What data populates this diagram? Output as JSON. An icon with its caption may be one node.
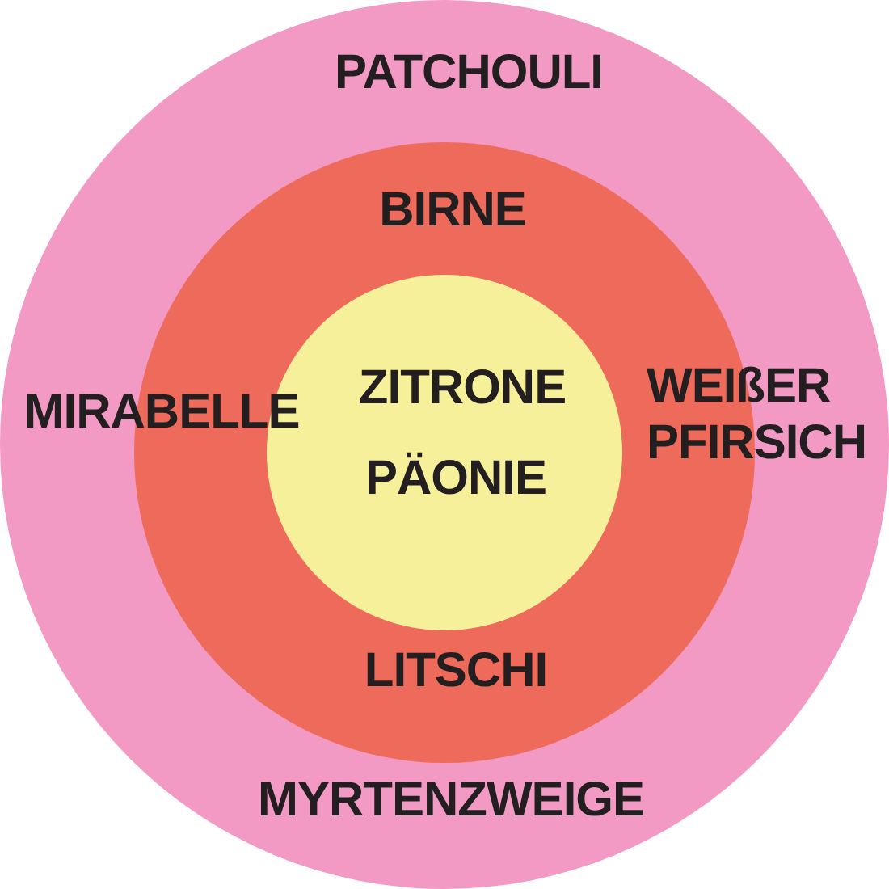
{
  "diagram": {
    "nodes": [
      {
        "text": [
          "PATCHOULI",
          "WEIßER PFIRSICH",
          "MYRTENZWEIGE"
        ]
      },
      {
        "text": [
          "BIRNE",
          "MIRABELLE",
          "LITSCHI"
        ],
        "in": 0
      },
      {
        "text": [
          "ZITRONE",
          "PÄONIE"
        ],
        "in": 1
      }
    ]
  }
}
